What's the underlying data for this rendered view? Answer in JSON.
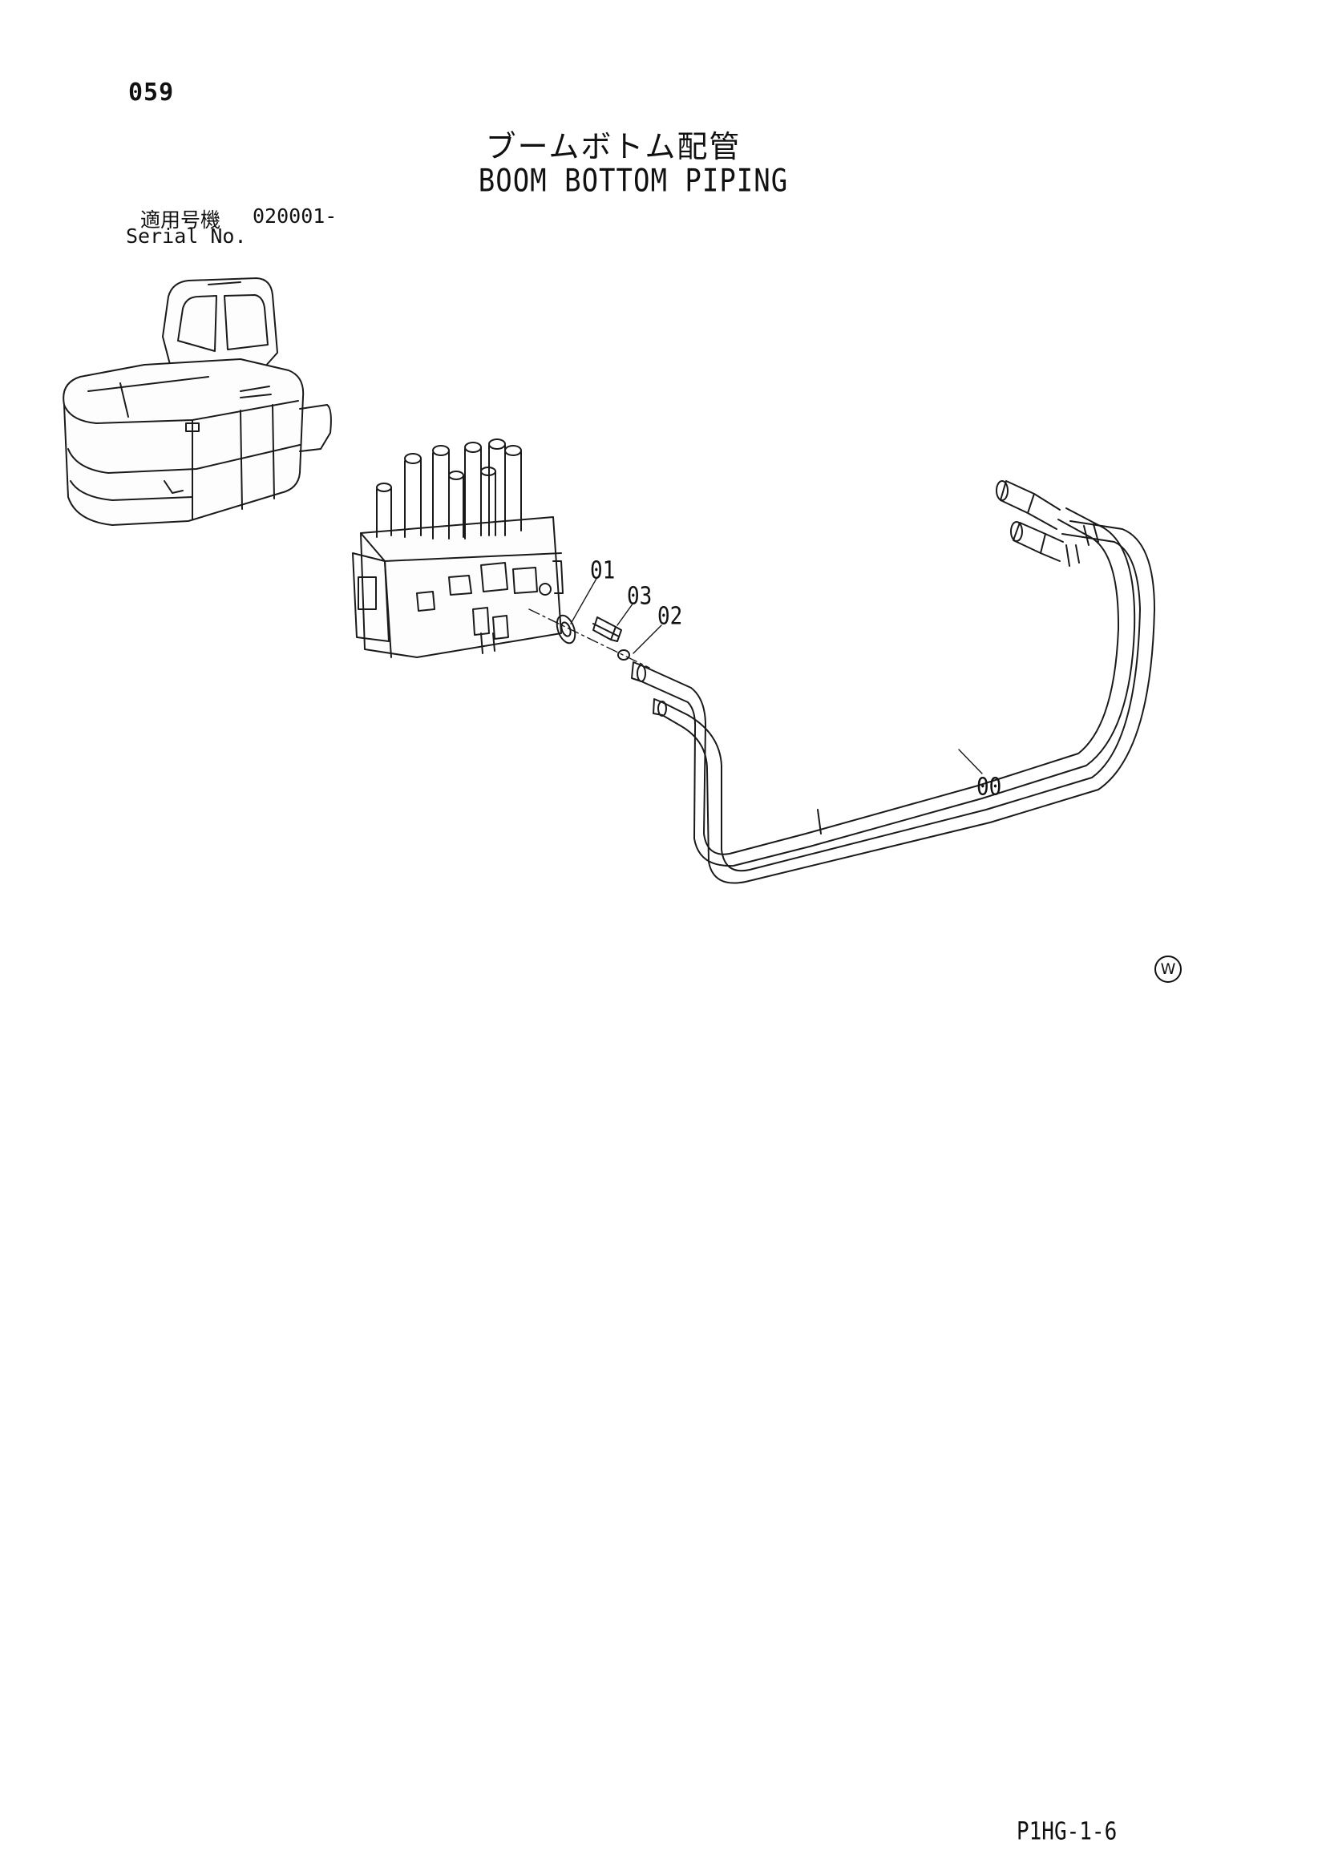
{
  "page": {
    "number": "059",
    "title_jp": "ブームボトム配管",
    "title_en": "BOOM BOTTOM PIPING",
    "serial_label_jp": "適用号機",
    "serial_value": "020001-",
    "serial_label_en": "Serial No.",
    "doc_code": "P1HG-1-6",
    "mark": "W"
  },
  "diagram": {
    "callouts": [
      {
        "id": "c01",
        "label": "01"
      },
      {
        "id": "c03",
        "label": "03"
      },
      {
        "id": "c02",
        "label": "02"
      },
      {
        "id": "c00",
        "label": "00"
      }
    ]
  }
}
